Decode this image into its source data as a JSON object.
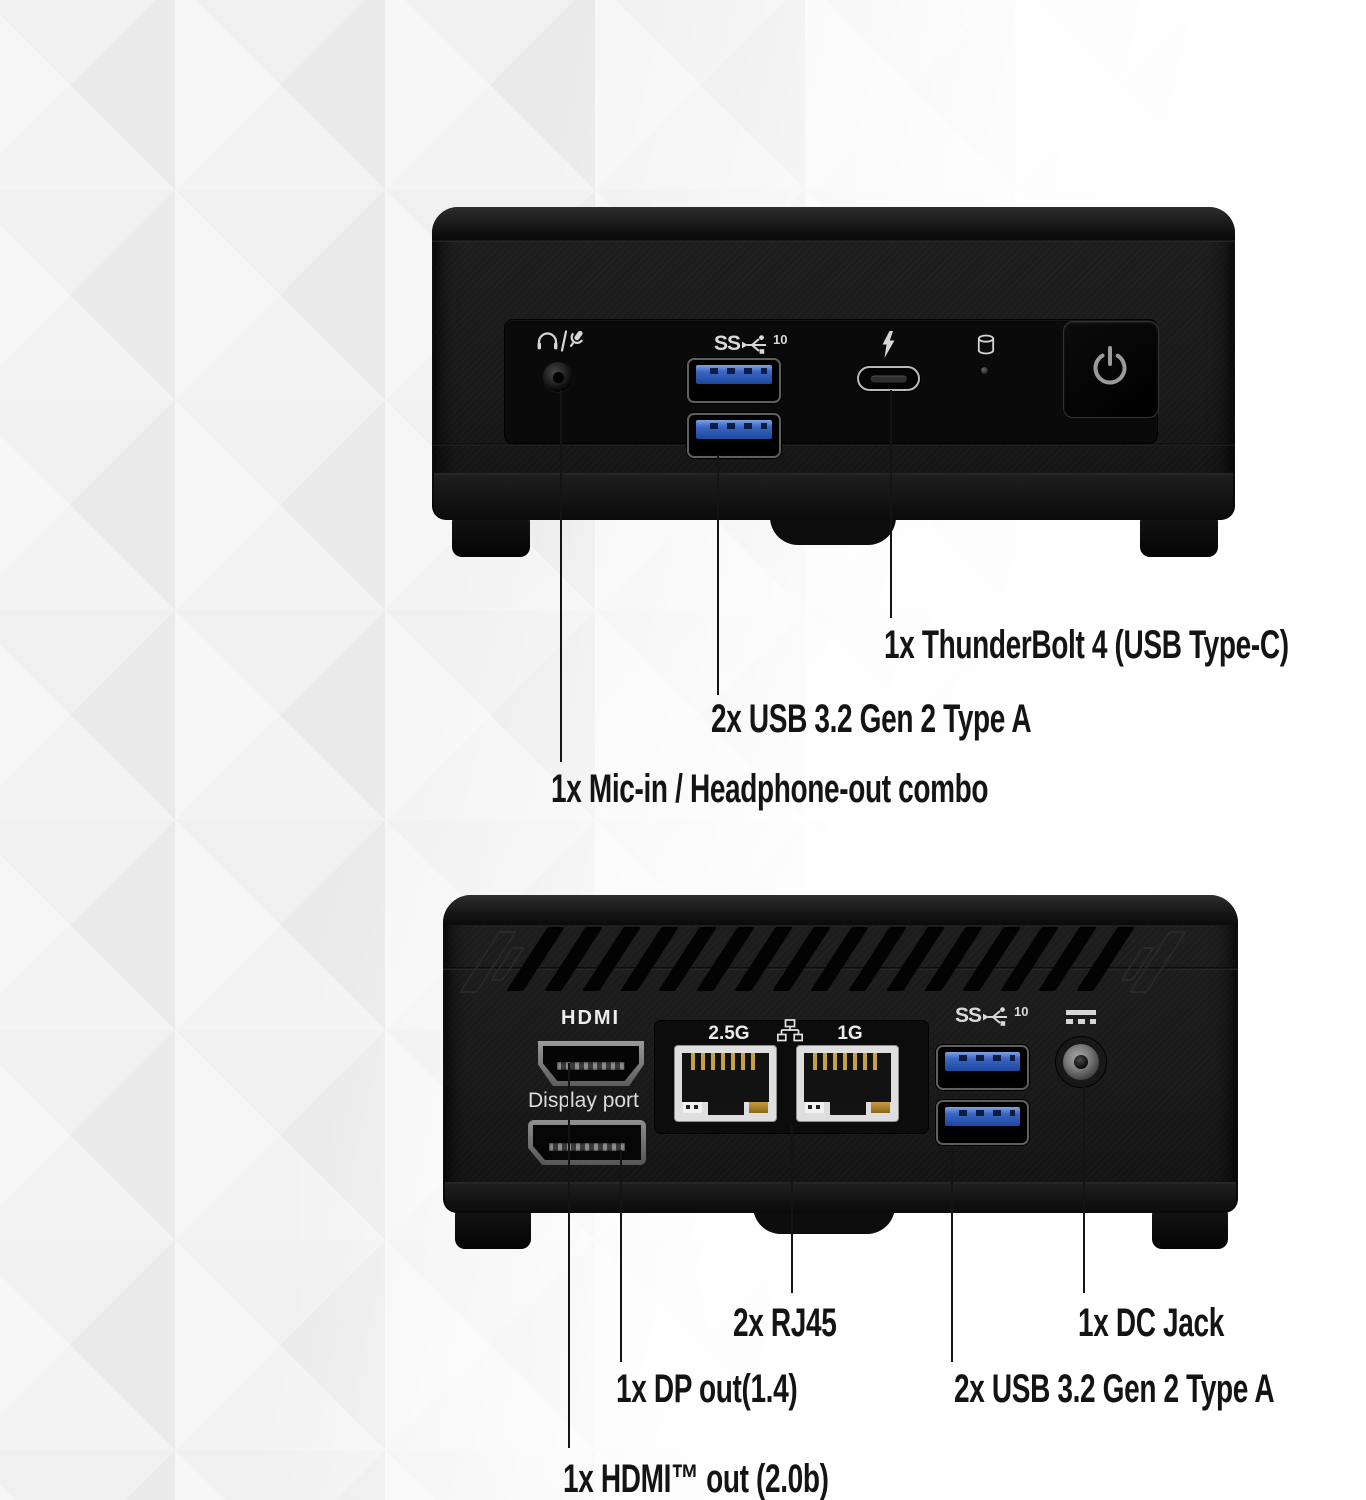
{
  "title": "Mini PC front and rear I/O callout diagram",
  "front": {
    "icons": {
      "usb_speed_text": "SS",
      "usb_speed_sup": "10"
    },
    "callouts": {
      "thunderbolt": "1x ThunderBolt 4 (USB Type-C)",
      "usb": "2x USB 3.2 Gen 2 Type A",
      "audio": "1x Mic-in / Headphone-out combo"
    }
  },
  "rear": {
    "labels": {
      "hdmi": "HDMI",
      "displayport": "Display port",
      "lan_left": "2.5G",
      "lan_right": "1G",
      "usb_speed_text": "SS",
      "usb_speed_sup": "10"
    },
    "callouts": {
      "rj45": "2x RJ45",
      "dc_jack": "1x DC Jack",
      "dp": "1x DP out(1.4)",
      "usb": "2x USB 3.2 Gen 2 Type A",
      "hdmi": "1x HDMI™ out (2.0b)"
    }
  },
  "colors": {
    "background": "#ffffff",
    "label_text": "#141414",
    "device_black": "#1a1a1a",
    "usb_blue": "#2d59b5",
    "port_silver": "#8a8a8a",
    "rj45_gold": "#b8862c"
  }
}
